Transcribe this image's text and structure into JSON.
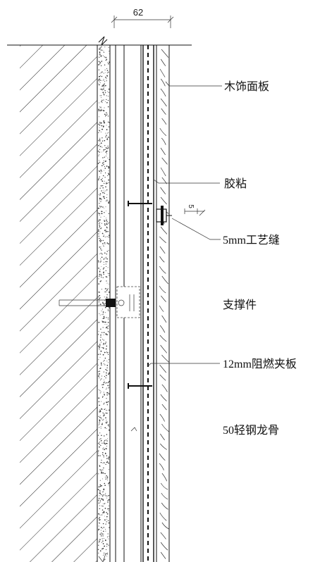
{
  "dimensions": {
    "top": "62",
    "joint": "5"
  },
  "labels": {
    "wood_panel": "木饰面板",
    "glue": "胶粘",
    "joint": "5mm工艺缝",
    "support": "支撑件",
    "board": "12mm阻燃夹板",
    "keel": "50轻钢龙骨"
  }
}
